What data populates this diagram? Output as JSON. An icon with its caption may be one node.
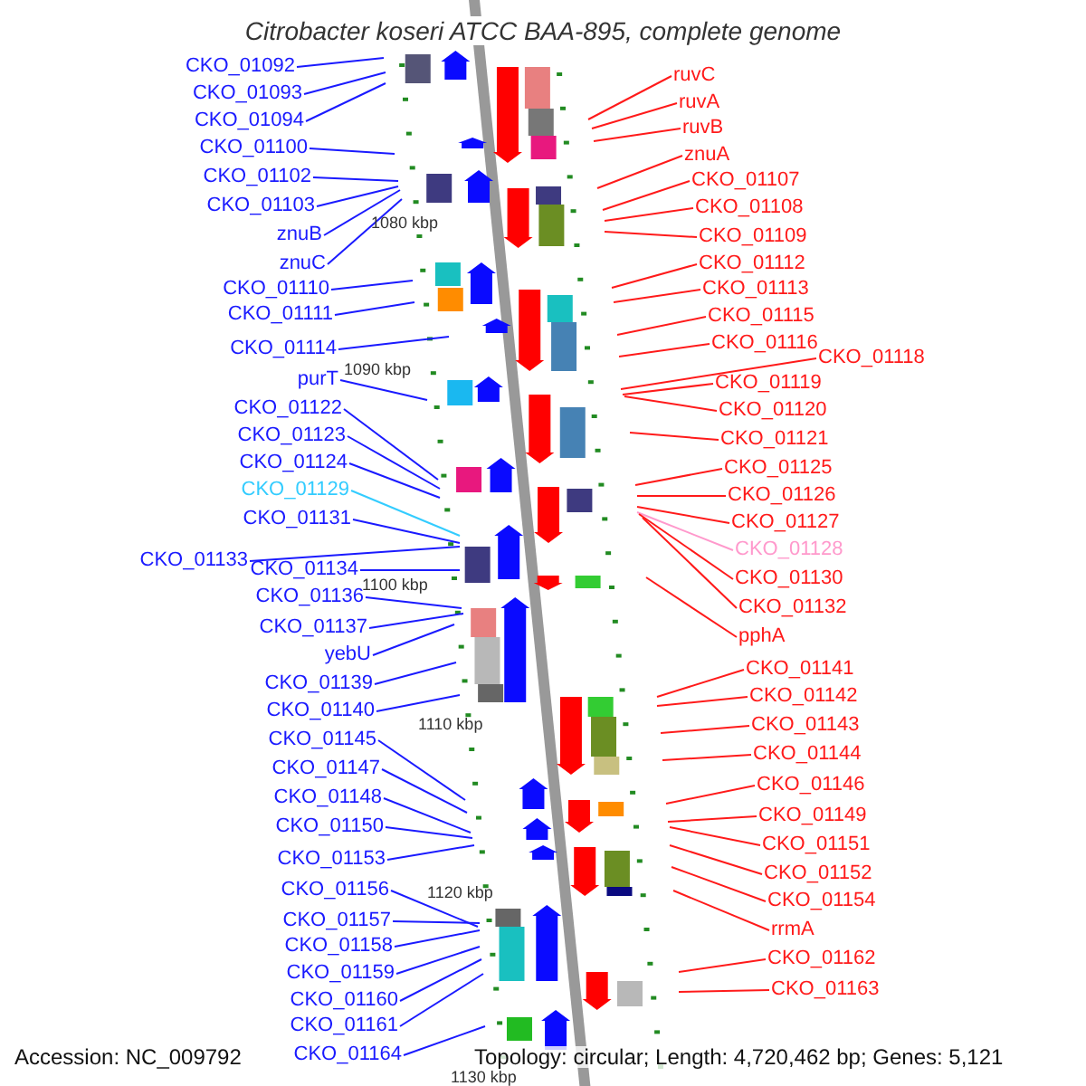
{
  "diagram": {
    "title": "Citrobacter koseri ATCC BAA-895, complete genome",
    "nodes": [
      {
        "text": [
          "CKO_01092"
        ]
      },
      {
        "text": [
          "CKO_01093"
        ]
      },
      {
        "text": [
          "CKO_01094"
        ]
      },
      {
        "text": [
          "CKO_01100"
        ]
      },
      {
        "text": [
          "CKO_01102"
        ]
      },
      {
        "text": [
          "CKO_01103"
        ]
      },
      {
        "text": [
          "znuB"
        ]
      },
      {
        "text": [
          "znuC"
        ]
      },
      {
        "text": [
          "CKO_01110"
        ]
      },
      {
        "text": [
          "CKO_01111"
        ]
      },
      {
        "text": [
          "CKO_01114"
        ]
      },
      {
        "text": [
          "purT"
        ]
      },
      {
        "text": [
          "CKO_01122"
        ]
      },
      {
        "text": [
          "CKO_01123"
        ]
      },
      {
        "text": [
          "CKO_01124"
        ]
      },
      {
        "text": [
          "CKO_01129"
        ]
      },
      {
        "text": [
          "CKO_01131"
        ]
      },
      {
        "text": [
          "CKO_01133"
        ]
      },
      {
        "text": [
          "CKO_01134"
        ]
      },
      {
        "text": [
          "CKO_01136"
        ]
      },
      {
        "text": [
          "CKO_01137"
        ]
      },
      {
        "text": [
          "yebU"
        ]
      },
      {
        "text": [
          "CKO_01139"
        ]
      },
      {
        "text": [
          "CKO_01140"
        ]
      },
      {
        "text": [
          "CKO_01145"
        ]
      },
      {
        "text": [
          "CKO_01147"
        ]
      },
      {
        "text": [
          "CKO_01148"
        ]
      },
      {
        "text": [
          "CKO_01150"
        ]
      },
      {
        "text": [
          "CKO_01153"
        ]
      },
      {
        "text": [
          "CKO_01156"
        ]
      },
      {
        "text": [
          "CKO_01157"
        ]
      },
      {
        "text": [
          "CKO_01158"
        ]
      },
      {
        "text": [
          "CKO_01159"
        ]
      },
      {
        "text": [
          "CKO_01160"
        ]
      },
      {
        "text": [
          "CKO_01161"
        ]
      },
      {
        "text": [
          "CKO_01164"
        ]
      },
      {
        "text": [
          "ruvC"
        ]
      },
      {
        "text": [
          "ruvA"
        ]
      },
      {
        "text": [
          "ruvB"
        ]
      },
      {
        "text": [
          "znuA"
        ]
      },
      {
        "text": [
          "CKO_01107"
        ]
      },
      {
        "text": [
          "CKO_01108"
        ]
      },
      {
        "text": [
          "CKO_01109"
        ]
      },
      {
        "text": [
          "CKO_01112"
        ]
      },
      {
        "text": [
          "CKO_01113"
        ]
      },
      {
        "text": [
          "CKO_01115"
        ]
      },
      {
        "text": [
          "CKO_01116"
        ]
      },
      {
        "text": [
          "CKO_01118"
        ]
      },
      {
        "text": [
          "CKO_01119"
        ]
      },
      {
        "text": [
          "CKO_01120"
        ]
      },
      {
        "text": [
          "CKO_01121"
        ]
      },
      {
        "text": [
          "CKO_01125"
        ]
      },
      {
        "text": [
          "CKO_01126"
        ]
      },
      {
        "text": [
          "CKO_01127"
        ]
      },
      {
        "text": [
          "CKO_01128"
        ]
      },
      {
        "text": [
          "CKO_01130"
        ]
      },
      {
        "text": [
          "CKO_01132"
        ]
      },
      {
        "text": [
          "pphA"
        ]
      },
      {
        "text": [
          "CKO_01141"
        ]
      },
      {
        "text": [
          "CKO_01142"
        ]
      },
      {
        "text": [
          "CKO_01143"
        ]
      },
      {
        "text": [
          "CKO_01144"
        ]
      },
      {
        "text": [
          "CKO_01146"
        ]
      },
      {
        "text": [
          "CKO_01149"
        ]
      },
      {
        "text": [
          "CKO_01151"
        ]
      },
      {
        "text": [
          "CKO_01152"
        ]
      },
      {
        "text": [
          "CKO_01154"
        ]
      },
      {
        "text": [
          "rrmA"
        ]
      },
      {
        "text": [
          "CKO_01162"
        ]
      },
      {
        "text": [
          "CKO_01163"
        ]
      }
    ],
    "edges": [
      {
        "from": 0,
        "to": null,
        "arrow": "none"
      },
      {
        "from": 1,
        "to": null,
        "arrow": "none"
      },
      {
        "from": 2,
        "to": null,
        "arrow": "none"
      },
      {
        "from": 3,
        "to": null,
        "arrow": "none"
      },
      {
        "from": 4,
        "to": null,
        "arrow": "none"
      },
      {
        "from": 5,
        "to": null,
        "arrow": "none"
      },
      {
        "from": 6,
        "to": null,
        "arrow": "none"
      },
      {
        "from": 7,
        "to": null,
        "arrow": "none"
      },
      {
        "from": 8,
        "to": null,
        "arrow": "none"
      },
      {
        "from": 9,
        "to": null,
        "arrow": "none"
      },
      {
        "from": 10,
        "to": null,
        "arrow": "none"
      },
      {
        "from": 11,
        "to": null,
        "arrow": "none"
      },
      {
        "from": 12,
        "to": null,
        "arrow": "none"
      },
      {
        "from": 13,
        "to": null,
        "arrow": "none"
      },
      {
        "from": 14,
        "to": null,
        "arrow": "none"
      },
      {
        "from": 15,
        "to": null,
        "arrow": "none",
        "color": "#33ccff"
      },
      {
        "from": 16,
        "to": null,
        "arrow": "none"
      },
      {
        "from": 17,
        "to": null,
        "arrow": "none"
      },
      {
        "from": 18,
        "to": null,
        "arrow": "none"
      },
      {
        "from": 19,
        "to": null,
        "arrow": "none"
      },
      {
        "from": 20,
        "to": null,
        "arrow": "none"
      },
      {
        "from": 21,
        "to": null,
        "arrow": "none"
      },
      {
        "from": 22,
        "to": null,
        "arrow": "none"
      },
      {
        "from": 23,
        "to": null,
        "arrow": "none"
      },
      {
        "from": 24,
        "to": null,
        "arrow": "none"
      },
      {
        "from": 25,
        "to": null,
        "arrow": "none"
      },
      {
        "from": 26,
        "to": null,
        "arrow": "none"
      },
      {
        "from": 27,
        "to": null,
        "arrow": "none"
      },
      {
        "from": 28,
        "to": null,
        "arrow": "none"
      },
      {
        "from": 29,
        "to": null,
        "arrow": "none"
      },
      {
        "from": 30,
        "to": null,
        "arrow": "none"
      },
      {
        "from": 31,
        "to": null,
        "arrow": "none"
      },
      {
        "from": 32,
        "to": null,
        "arrow": "none"
      },
      {
        "from": 33,
        "to": null,
        "arrow": "none"
      },
      {
        "from": 34,
        "to": null,
        "arrow": "none"
      },
      {
        "from": 35,
        "to": null,
        "arrow": "none"
      },
      {
        "from": 36,
        "to": null,
        "arrow": "none",
        "color": "#ff1a1a"
      },
      {
        "from": 37,
        "to": null,
        "arrow": "none",
        "color": "#ff1a1a"
      },
      {
        "from": 38,
        "to": null,
        "arrow": "none",
        "color": "#ff1a1a"
      },
      {
        "from": 39,
        "to": null,
        "arrow": "none",
        "color": "#ff1a1a"
      },
      {
        "from": 40,
        "to": null,
        "arrow": "none",
        "color": "#ff1a1a"
      },
      {
        "from": 41,
        "to": null,
        "arrow": "none",
        "color": "#ff1a1a"
      },
      {
        "from": 42,
        "to": null,
        "arrow": "none",
        "color": "#ff1a1a"
      },
      {
        "from": 43,
        "to": null,
        "arrow": "none",
        "color": "#ff1a1a"
      },
      {
        "from": 44,
        "to": null,
        "arrow": "none",
        "color": "#ff1a1a"
      },
      {
        "from": 45,
        "to": null,
        "arrow": "none",
        "color": "#ff1a1a"
      },
      {
        "from": 46,
        "to": null,
        "arrow": "none",
        "color": "#ff1a1a"
      },
      {
        "from": 47,
        "to": null,
        "arrow": "none",
        "color": "#ff1a1a"
      },
      {
        "from": 48,
        "to": null,
        "arrow": "none",
        "color": "#ff1a1a"
      },
      {
        "from": 49,
        "to": null,
        "arrow": "none",
        "color": "#ff1a1a"
      },
      {
        "from": 50,
        "to": null,
        "arrow": "none",
        "color": "#ff1a1a"
      },
      {
        "from": 51,
        "to": null,
        "arrow": "none",
        "color": "#ff1a1a"
      },
      {
        "from": 52,
        "to": null,
        "arrow": "none",
        "color": "#ff1a1a"
      },
      {
        "from": 53,
        "to": null,
        "arrow": "none",
        "color": "#ff1a1a"
      },
      {
        "from": 54,
        "to": null,
        "arrow": "none",
        "color": "#ff99cc"
      },
      {
        "from": 55,
        "to": null,
        "arrow": "none",
        "color": "#ff1a1a"
      },
      {
        "from": 56,
        "to": null,
        "arrow": "none",
        "color": "#ff1a1a"
      },
      {
        "from": 57,
        "to": null,
        "arrow": "none",
        "color": "#ff1a1a"
      },
      {
        "from": 58,
        "to": null,
        "arrow": "none",
        "color": "#ff1a1a"
      },
      {
        "from": 59,
        "to": null,
        "arrow": "none",
        "color": "#ff1a1a"
      },
      {
        "from": 60,
        "to": null,
        "arrow": "none",
        "color": "#ff1a1a"
      },
      {
        "from": 61,
        "to": null,
        "arrow": "none",
        "color": "#ff1a1a"
      },
      {
        "from": 62,
        "to": null,
        "arrow": "none",
        "color": "#ff1a1a"
      },
      {
        "from": 63,
        "to": null,
        "arrow": "none",
        "color": "#ff1a1a"
      },
      {
        "from": 64,
        "to": null,
        "arrow": "none",
        "color": "#ff1a1a"
      },
      {
        "from": 65,
        "to": null,
        "arrow": "none",
        "color": "#ff1a1a"
      },
      {
        "from": 66,
        "to": null,
        "arrow": "none",
        "color": "#ff1a1a"
      },
      {
        "from": 67,
        "to": null,
        "arrow": "none",
        "color": "#ff1a1a"
      },
      {
        "from": 68,
        "to": null,
        "arrow": "none",
        "color": "#ff1a1a"
      },
      {
        "from": 69,
        "to": null,
        "arrow": "none",
        "color": "#ff1a1a"
      }
    ],
    "labels": [
      "1080 kbp",
      "1090 kbp",
      "1100 kbp",
      "1110 kbp",
      "1120 kbp",
      "Accession: NC_009792",
      "Topology: circular; Length: 4,720,462 bp; Genes: 5,121",
      "1130 kbp"
    ]
  }
}
